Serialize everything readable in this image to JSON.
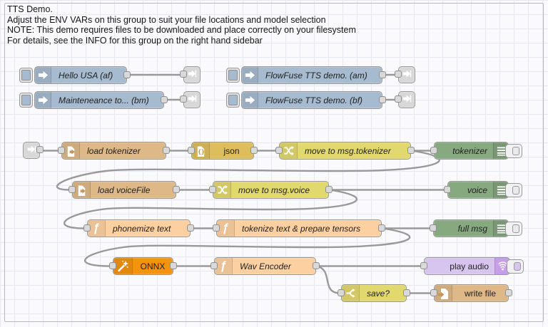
{
  "app": {
    "name": "Node-RED flow editor canvas"
  },
  "comment": {
    "line1": "TTS Demo.",
    "line2": "Adjust the ENV VARs on this group to suit your file locations and model selection",
    "line3": "NOTE: This demo requires files to be downloaded and place correctly on your filesystem",
    "line4": "For details, see the INFO for this group on the right hand sidebar"
  },
  "nodes": {
    "hello_usa": {
      "label": "Hello USA (af)",
      "type": "inject",
      "icon": "inject-arrow-icon"
    },
    "maintenance": {
      "label": "Mainteneance to... (bm)",
      "type": "inject",
      "icon": "inject-arrow-icon"
    },
    "flowfuse_am": {
      "label": "FlowFuse TTS demo. (am)",
      "type": "inject",
      "icon": "inject-arrow-icon"
    },
    "flowfuse_bf": {
      "label": "FlowFuse TTS demo. (bf)",
      "type": "inject",
      "icon": "inject-arrow-icon"
    },
    "link_out_1": {
      "label": "",
      "type": "link-out",
      "icon": "link-arrow-icon"
    },
    "link_out_2": {
      "label": "",
      "type": "link-out",
      "icon": "link-arrow-icon"
    },
    "link_out_3": {
      "label": "",
      "type": "link-out",
      "icon": "link-arrow-icon"
    },
    "link_out_4": {
      "label": "",
      "type": "link-out",
      "icon": "link-arrow-icon"
    },
    "link_in": {
      "label": "",
      "type": "link-in",
      "icon": "link-arrow-icon"
    },
    "load_tokenizer": {
      "label": "load tokenizer",
      "type": "file-in",
      "icon": "file-read-icon"
    },
    "json": {
      "label": "json",
      "type": "json",
      "icon": "json-file-icon"
    },
    "move_tokenizer": {
      "label": "move to msg.tokenizer",
      "type": "change",
      "icon": "shuffle-icon"
    },
    "tokenizer_debug": {
      "label": "tokenizer",
      "type": "debug",
      "icon": "debug-lines-icon"
    },
    "load_voicefile": {
      "label": "load voiceFile",
      "type": "file-in",
      "icon": "file-read-icon"
    },
    "move_voice": {
      "label": "move to msg.voice",
      "type": "change",
      "icon": "shuffle-icon"
    },
    "voice_debug": {
      "label": "voice",
      "type": "debug",
      "icon": "debug-lines-icon"
    },
    "phonemize": {
      "label": "phonemize text",
      "type": "function",
      "icon": "function-f-icon"
    },
    "tokenize_tensors": {
      "label": "tokenize text & prepare tensors",
      "type": "function",
      "icon": "function-f-icon"
    },
    "full_msg_debug": {
      "label": "full msg",
      "type": "debug",
      "icon": "debug-lines-icon"
    },
    "onnx": {
      "label": "ONNX",
      "type": "onnx",
      "icon": "magic-wand-icon"
    },
    "wav_encoder": {
      "label": "Wav Encoder",
      "type": "function",
      "icon": "function-f-icon"
    },
    "play_audio": {
      "label": "play audio",
      "type": "audio-out",
      "icon": "sound-waves-icon"
    },
    "save_switch": {
      "label": "save?",
      "type": "switch",
      "icon": "fork-icon"
    },
    "write_file": {
      "label": "write file",
      "type": "file-out",
      "icon": "file-write-icon"
    }
  },
  "wires": [
    {
      "from": "hello_usa",
      "to": "link_out_1"
    },
    {
      "from": "maintenance",
      "to": "link_out_2"
    },
    {
      "from": "flowfuse_am",
      "to": "link_out_3"
    },
    {
      "from": "flowfuse_bf",
      "to": "link_out_4"
    },
    {
      "from": "link_in",
      "to": "load_tokenizer"
    },
    {
      "from": "load_tokenizer",
      "to": "json"
    },
    {
      "from": "json",
      "to": "move_tokenizer"
    },
    {
      "from": "move_tokenizer",
      "to": "tokenizer_debug"
    },
    {
      "from": "move_tokenizer",
      "to": "load_voicefile"
    },
    {
      "from": "load_voicefile",
      "to": "move_voice"
    },
    {
      "from": "move_voice",
      "to": "voice_debug"
    },
    {
      "from": "move_voice",
      "to": "phonemize"
    },
    {
      "from": "phonemize",
      "to": "tokenize_tensors"
    },
    {
      "from": "tokenize_tensors",
      "to": "full_msg_debug"
    },
    {
      "from": "tokenize_tensors",
      "to": "onnx"
    },
    {
      "from": "onnx",
      "to": "wav_encoder"
    },
    {
      "from": "wav_encoder",
      "to": "play_audio"
    },
    {
      "from": "wav_encoder",
      "to": "save_switch"
    },
    {
      "from": "save_switch",
      "to": "write_file"
    }
  ],
  "colors": {
    "bg": "#fafafc",
    "grid": "#e7e9f0",
    "inject": "#a6bbcf",
    "link": "#d8d8d8",
    "file": "#deb887",
    "json": "#debd5c",
    "change": "#e2d96e",
    "debug": "#87a980",
    "function": "#fdd0a2",
    "onnx": "#f5930d",
    "audio": "#d8c5ef",
    "audio_strip": "#c79fe8",
    "wire": "#999999",
    "port": "#d9d9d9"
  }
}
